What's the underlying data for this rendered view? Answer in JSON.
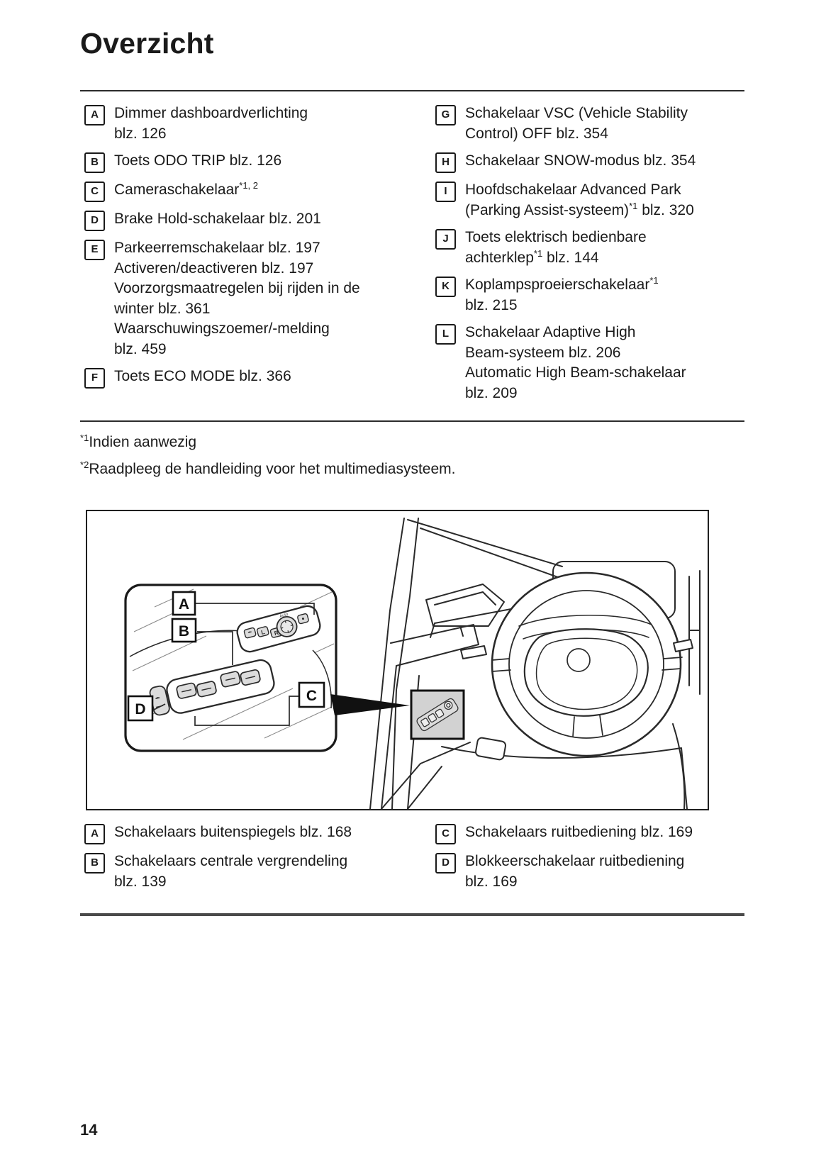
{
  "page": {
    "title": "Overzicht",
    "number": "14"
  },
  "colors": {
    "text": "#1a1a1a",
    "rule": "#2b2b2b",
    "rule_thick": "#4a4a4a",
    "line_art": "#2a2a2a",
    "highlight_fill": "#d2d2d2",
    "switch_fill": "#dcdcdc"
  },
  "top_list": {
    "left": [
      {
        "key": "A",
        "lines": [
          [
            {
              "t": "Dimmer dashboardverlichting"
            }
          ],
          [
            {
              "t": "blz. 126"
            }
          ]
        ]
      },
      {
        "key": "B",
        "lines": [
          [
            {
              "t": "Toets ODO TRIP blz. 126"
            }
          ]
        ]
      },
      {
        "key": "C",
        "lines": [
          [
            {
              "t": "Cameraschakelaar"
            },
            {
              "t": "*1, 2",
              "sup": true
            }
          ]
        ]
      },
      {
        "key": "D",
        "lines": [
          [
            {
              "t": "Brake Hold-schakelaar blz. 201"
            }
          ]
        ]
      },
      {
        "key": "E",
        "lines": [
          [
            {
              "t": "Parkeerremschakelaar blz. 197"
            }
          ],
          [
            {
              "t": "Activeren/deactiveren blz. 197"
            }
          ],
          [
            {
              "t": "Voorzorgsmaatregelen bij rijden in de"
            }
          ],
          [
            {
              "t": "winter blz. 361"
            }
          ],
          [
            {
              "t": "Waarschuwingszoemer/-melding"
            }
          ],
          [
            {
              "t": "blz. 459"
            }
          ]
        ]
      },
      {
        "key": "F",
        "lines": [
          [
            {
              "t": "Toets ECO MODE blz. 366"
            }
          ]
        ]
      }
    ],
    "right": [
      {
        "key": "G",
        "lines": [
          [
            {
              "t": "Schakelaar VSC (Vehicle Stability"
            }
          ],
          [
            {
              "t": "Control) OFF blz. 354"
            }
          ]
        ]
      },
      {
        "key": "H",
        "lines": [
          [
            {
              "t": "Schakelaar SNOW-modus blz. 354"
            }
          ]
        ]
      },
      {
        "key": "I",
        "lines": [
          [
            {
              "t": "Hoofdschakelaar Advanced Park"
            }
          ],
          [
            {
              "t": "(Parking Assist-systeem)"
            },
            {
              "t": "*1",
              "sup": true
            },
            {
              "t": " blz. 320"
            }
          ]
        ]
      },
      {
        "key": "J",
        "lines": [
          [
            {
              "t": "Toets elektrisch bedienbare"
            }
          ],
          [
            {
              "t": "achterklep"
            },
            {
              "t": "*1",
              "sup": true
            },
            {
              "t": " blz. 144"
            }
          ]
        ]
      },
      {
        "key": "K",
        "lines": [
          [
            {
              "t": "Koplampsproeierschakelaar"
            },
            {
              "t": "*1",
              "sup": true
            }
          ],
          [
            {
              "t": "blz. 215"
            }
          ]
        ]
      },
      {
        "key": "L",
        "lines": [
          [
            {
              "t": "Schakelaar Adaptive High"
            }
          ],
          [
            {
              "t": "Beam-systeem blz. 206"
            }
          ],
          [
            {
              "t": "Automatic High Beam-schakelaar"
            }
          ],
          [
            {
              "t": "blz. 209"
            }
          ]
        ]
      }
    ]
  },
  "footnotes": [
    {
      "marker": "*1",
      "text": "Indien aanwezig"
    },
    {
      "marker": "*2",
      "text": "Raadpleeg de handleiding voor het multimediasysteem."
    }
  ],
  "figure": {
    "labels": {
      "a": "A",
      "b": "B",
      "c": "C",
      "d": "D"
    },
    "panel_labels": {
      "l": "L",
      "r": "R",
      "auto": "Auto"
    }
  },
  "bottom_list": {
    "left": [
      {
        "key": "A",
        "lines": [
          [
            {
              "t": "Schakelaars buitenspiegels blz. 168"
            }
          ]
        ]
      },
      {
        "key": "B",
        "lines": [
          [
            {
              "t": "Schakelaars centrale vergrendeling"
            }
          ],
          [
            {
              "t": "blz. 139"
            }
          ]
        ]
      }
    ],
    "right": [
      {
        "key": "C",
        "lines": [
          [
            {
              "t": "Schakelaars ruitbediening blz. 169"
            }
          ]
        ]
      },
      {
        "key": "D",
        "lines": [
          [
            {
              "t": "Blokkeerschakelaar ruitbediening"
            }
          ],
          [
            {
              "t": "blz. 169"
            }
          ]
        ]
      }
    ]
  }
}
